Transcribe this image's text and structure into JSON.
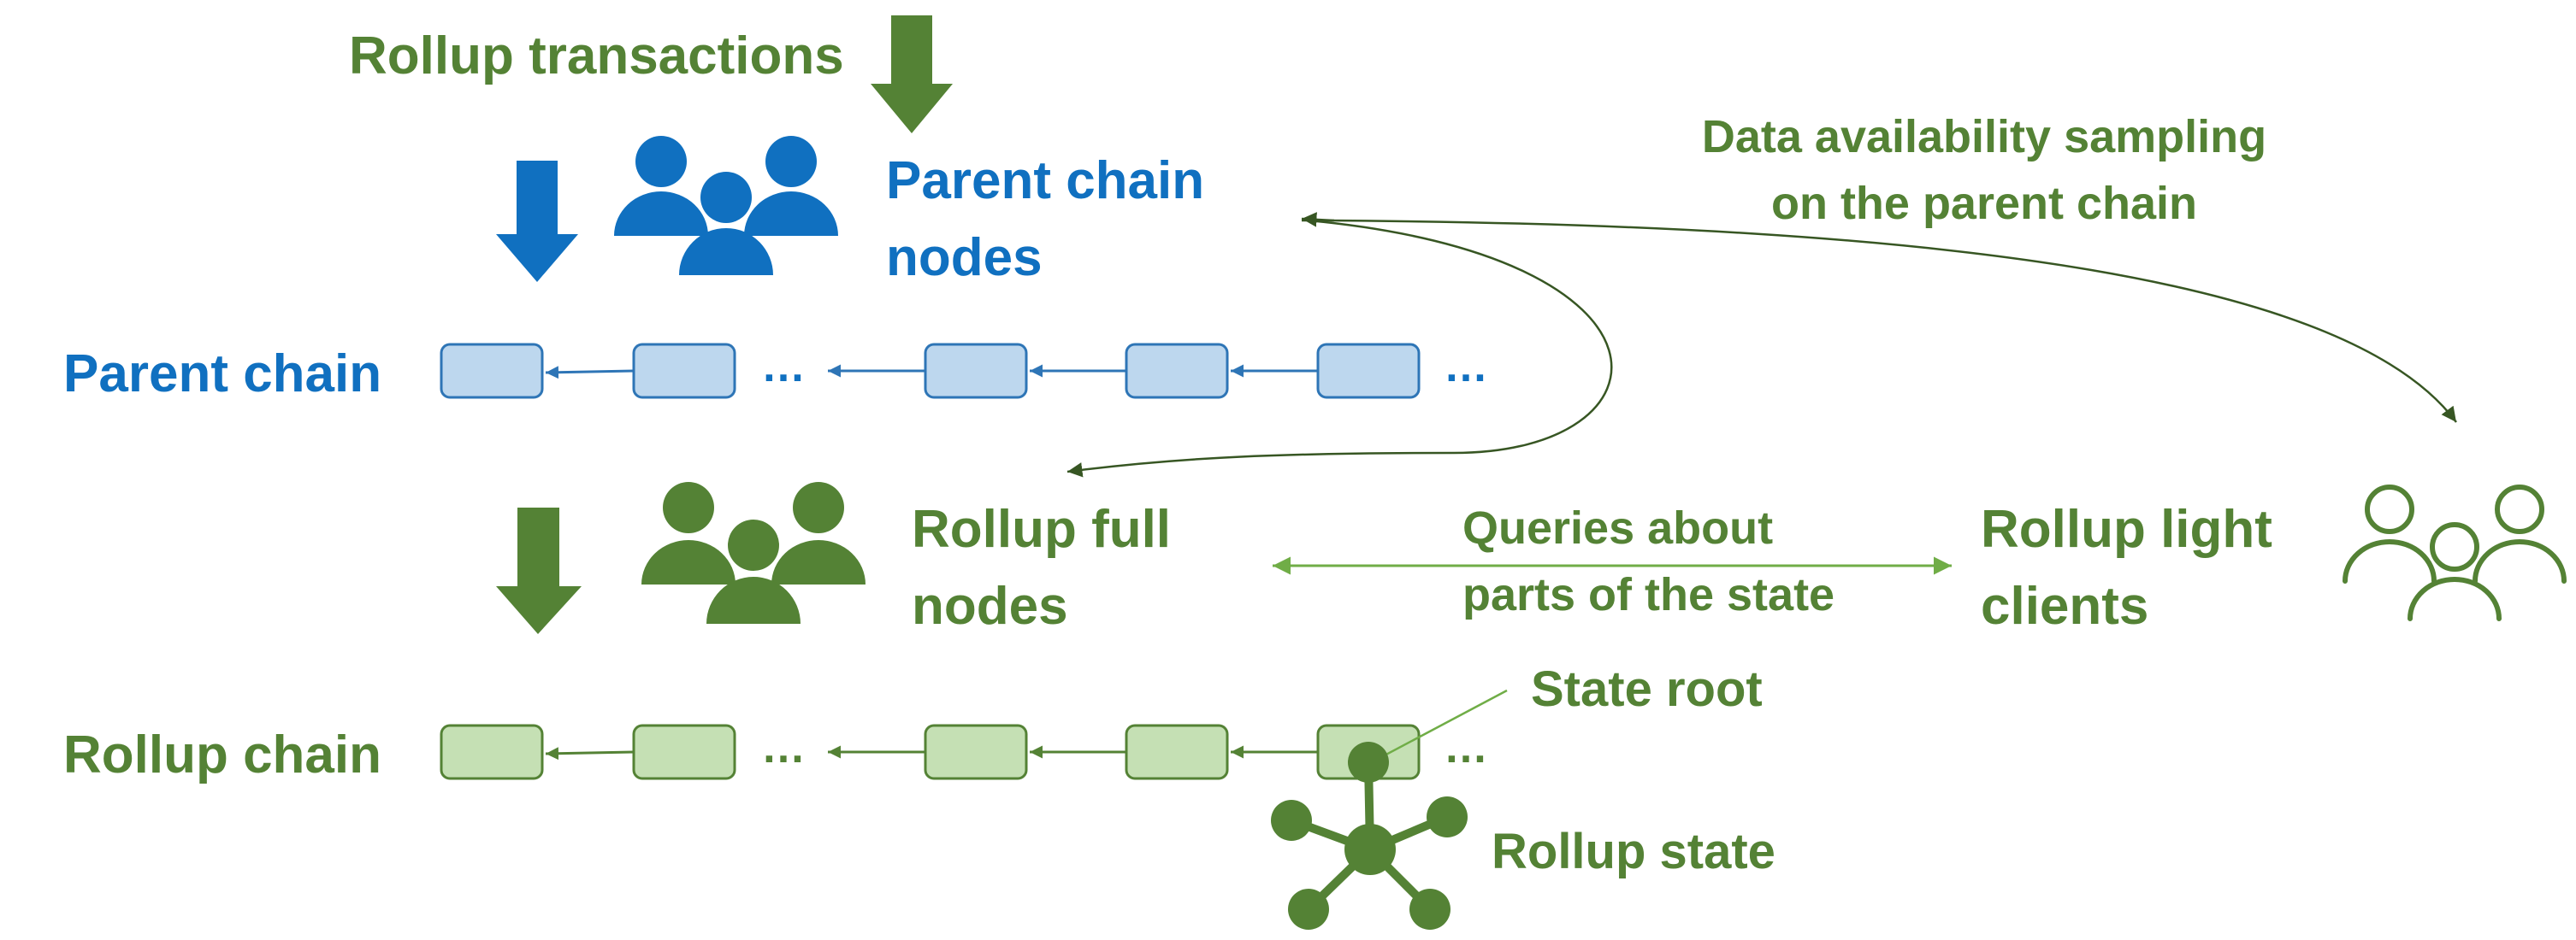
{
  "colors": {
    "blue": "#1070C0",
    "green": "#548235",
    "block_blue_fill": "#BDD7EE",
    "block_blue_stroke": "#2E75B6",
    "block_green_fill": "#C5E0B4",
    "block_green_stroke": "#548235",
    "light_green_line": "#70AD47"
  },
  "labels": {
    "rollup_transactions": "Rollup transactions",
    "parent_nodes_line1": "Parent chain",
    "parent_nodes_line2": "nodes",
    "parent_chain": "Parent chain",
    "das_line1": "Data availability sampling",
    "das_line2": "on the parent chain",
    "full_nodes_line1": "Rollup full",
    "full_nodes_line2": "nodes",
    "queries_line1": "Queries about",
    "queries_line2": "parts of the state",
    "light_clients_line1": "Rollup light",
    "light_clients_line2": "clients",
    "rollup_chain": "Rollup chain",
    "state_root": "State root",
    "rollup_state": "Rollup state",
    "ellipsis": "…"
  },
  "icons": {
    "parent_nodes": "people-group-icon",
    "full_nodes": "people-group-icon",
    "light_clients": "people-outline-icon",
    "rollup_state": "network-hub-icon",
    "tx_arrow": "arrow-down-icon"
  }
}
